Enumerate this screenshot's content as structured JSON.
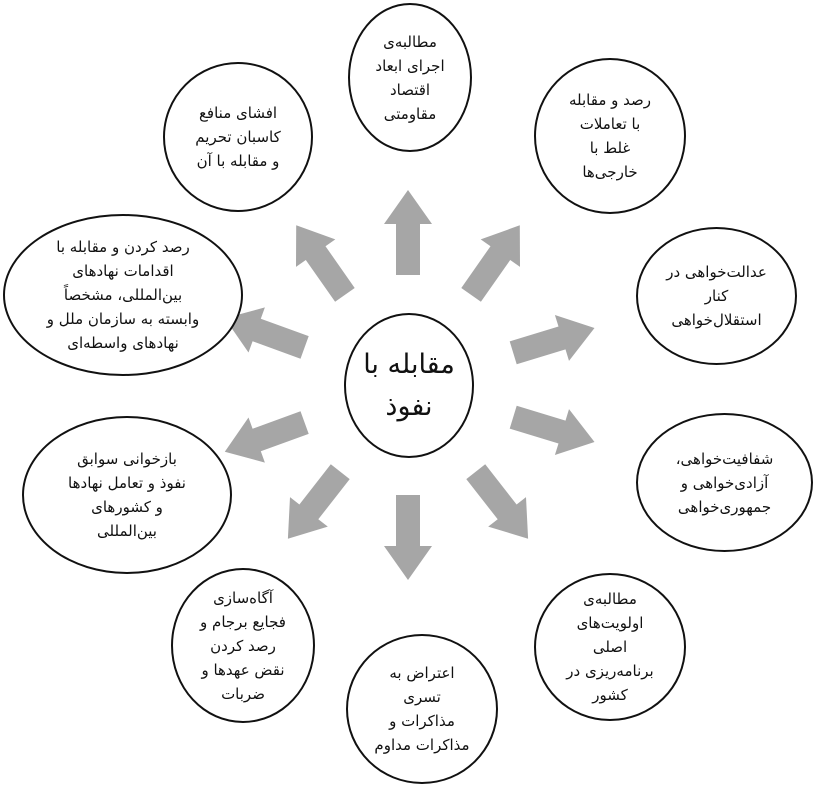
{
  "center": {
    "label": "مقابله با\nنفوذ"
  },
  "nodes": [
    {
      "label": "مطالبه‌ی\nاجرای ابعاد\nاقتصاد\nمقاومتی"
    },
    {
      "label": "رصد و مقابله\nبا تعاملات\nغلط با\nخارجی‌ها"
    },
    {
      "label": "عدالت‌خواهی در\nکنار\nاستقلال‌خواهی"
    },
    {
      "label": "شفافیت‌خواهی،\nآزادی‌خواهی و\nجمهوری‌خواهی"
    },
    {
      "label": "مطالبه‌ی\nاولویت‌های\nاصلی\nبرنامه‌ریزی در\nکشور"
    },
    {
      "label": "اعتراض به\nتسری\nمذاکرات و\nمذاکرات مداوم"
    },
    {
      "label": "آگاه‌سازی\nفجایع برجام و\nرصد کردن\nنقض عهدها و\nضربات"
    },
    {
      "label": "بازخوانی سوابق\nنفوذ و تعامل نهادها\nو کشورهای\nبین‌المللی"
    },
    {
      "label": "رصد کردن و مقابله با\nاقدامات نهادهای\nبین‌المللی، مشخصاً\nوابسته به سازمان ملل و\nنهادهای واسطه‌ای"
    },
    {
      "label": "افشای منافع\nکاسبان تحریم\nو مقابله با آن"
    }
  ],
  "colors": {
    "arrow": "#a6a6a6",
    "stroke": "#111111",
    "fill": "#ffffff"
  }
}
